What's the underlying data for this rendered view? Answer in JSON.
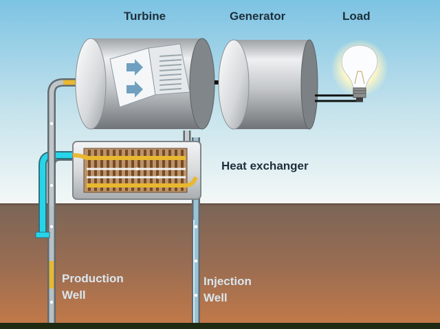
{
  "labels": {
    "turbine": "Turbine",
    "generator": "Generator",
    "load": "Load",
    "heat_exchanger": "Heat exchanger",
    "production_well_line1": "Production",
    "production_well_line2": "Well",
    "injection_well_line1": "Injection",
    "injection_well_line2": "Well"
  },
  "colors": {
    "sky_top": "#7cc3e3",
    "sky_bottom": "#f4f8f7",
    "ground_top": "#7d6658",
    "ground_bottom": "#c2784a",
    "hot_fluid": "#e8b830",
    "cool_fluid": "#86b7cf",
    "cold_fluid": "#27d5ea",
    "machine_metal": "#b9bcbf",
    "bulb_glow": "#fff6c0"
  },
  "icons": [
    "light-bulb-icon",
    "turbine-blades-icon",
    "flow-arrow-icon"
  ]
}
